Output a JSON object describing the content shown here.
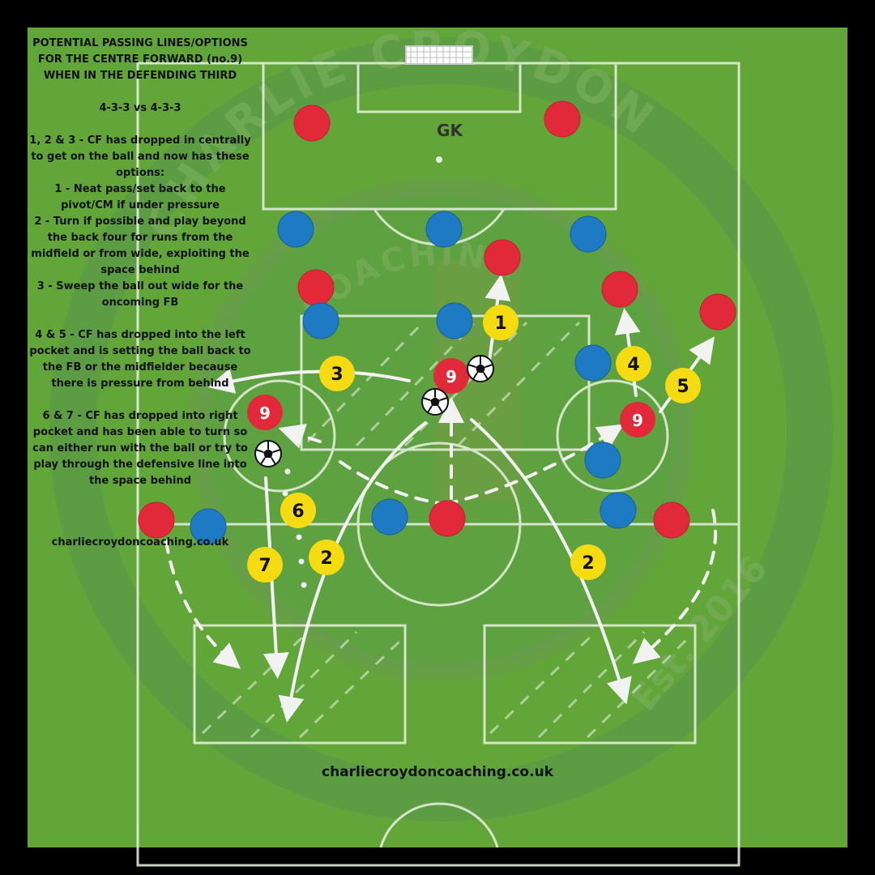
{
  "notes": {
    "title": "POTENTIAL PASSING LINES/OPTIONS FOR THE CENTRE FORWARD (no.9) WHEN IN THE DEFENDING THIRD",
    "formation": "4-3-3 vs 4-3-3",
    "section1_intro": "1, 2 & 3 - CF has dropped in centrally to get on the ball and now has these options:",
    "option1": "1 - Neat pass/set back to the pivot/CM if under pressure",
    "option2": "2 - Turn if possible and play beyond the back four for runs from the midfield or from wide, exploiting the space behind",
    "option3": "3 - Sweep the ball out wide for the oncoming FB",
    "section2": "4 & 5 - CF has dropped into the left pocket and is setting the ball back to the FB or the midfielder because there is pressure from behind",
    "section3": "6 & 7 - CF has dropped into right pocket and has been able to turn so can either run with the ball or try to play through the defensive line into the space behind"
  },
  "website_left": "charliecroydoncoaching.co.uk",
  "website_bottom": "charliecroydoncoaching.co.uk",
  "watermark": {
    "line1": "CHARLIE CROYDON",
    "line2": "COACHING",
    "est": "Est. 2016"
  },
  "gk_label": "GK",
  "player_number": "9",
  "option_labels": [
    "1",
    "2",
    "2",
    "3",
    "4",
    "5",
    "6",
    "7"
  ],
  "colors": {
    "pitch": "#62a63a",
    "red_team": "#e2293a",
    "blue_team": "#1f7ac4",
    "marker": "#f5dc12",
    "line": "#f0f0f0",
    "background": "#000000"
  }
}
